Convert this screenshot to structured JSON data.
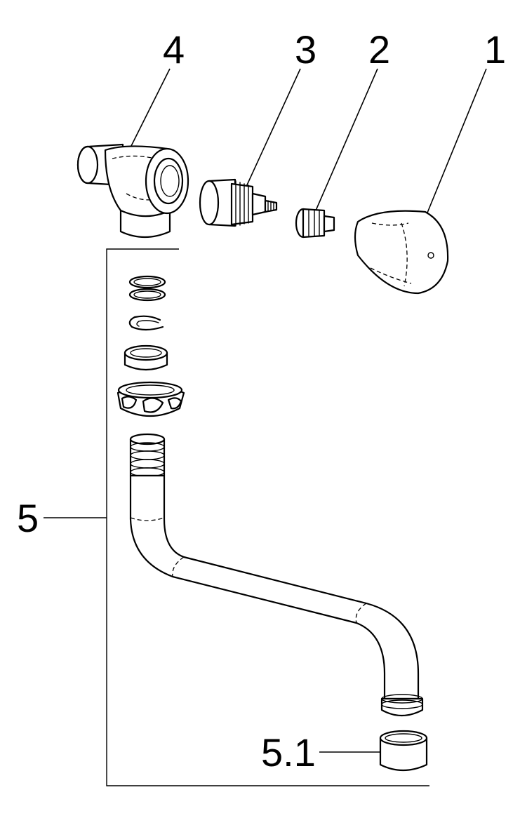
{
  "diagram": {
    "callouts": [
      {
        "id": "1",
        "label": "1"
      },
      {
        "id": "2",
        "label": "2"
      },
      {
        "id": "3",
        "label": "3"
      },
      {
        "id": "4",
        "label": "4"
      },
      {
        "id": "5",
        "label": "5"
      },
      {
        "id": "5.1",
        "label": "5.1"
      }
    ],
    "line_color": "#000000",
    "background": "#ffffff"
  }
}
